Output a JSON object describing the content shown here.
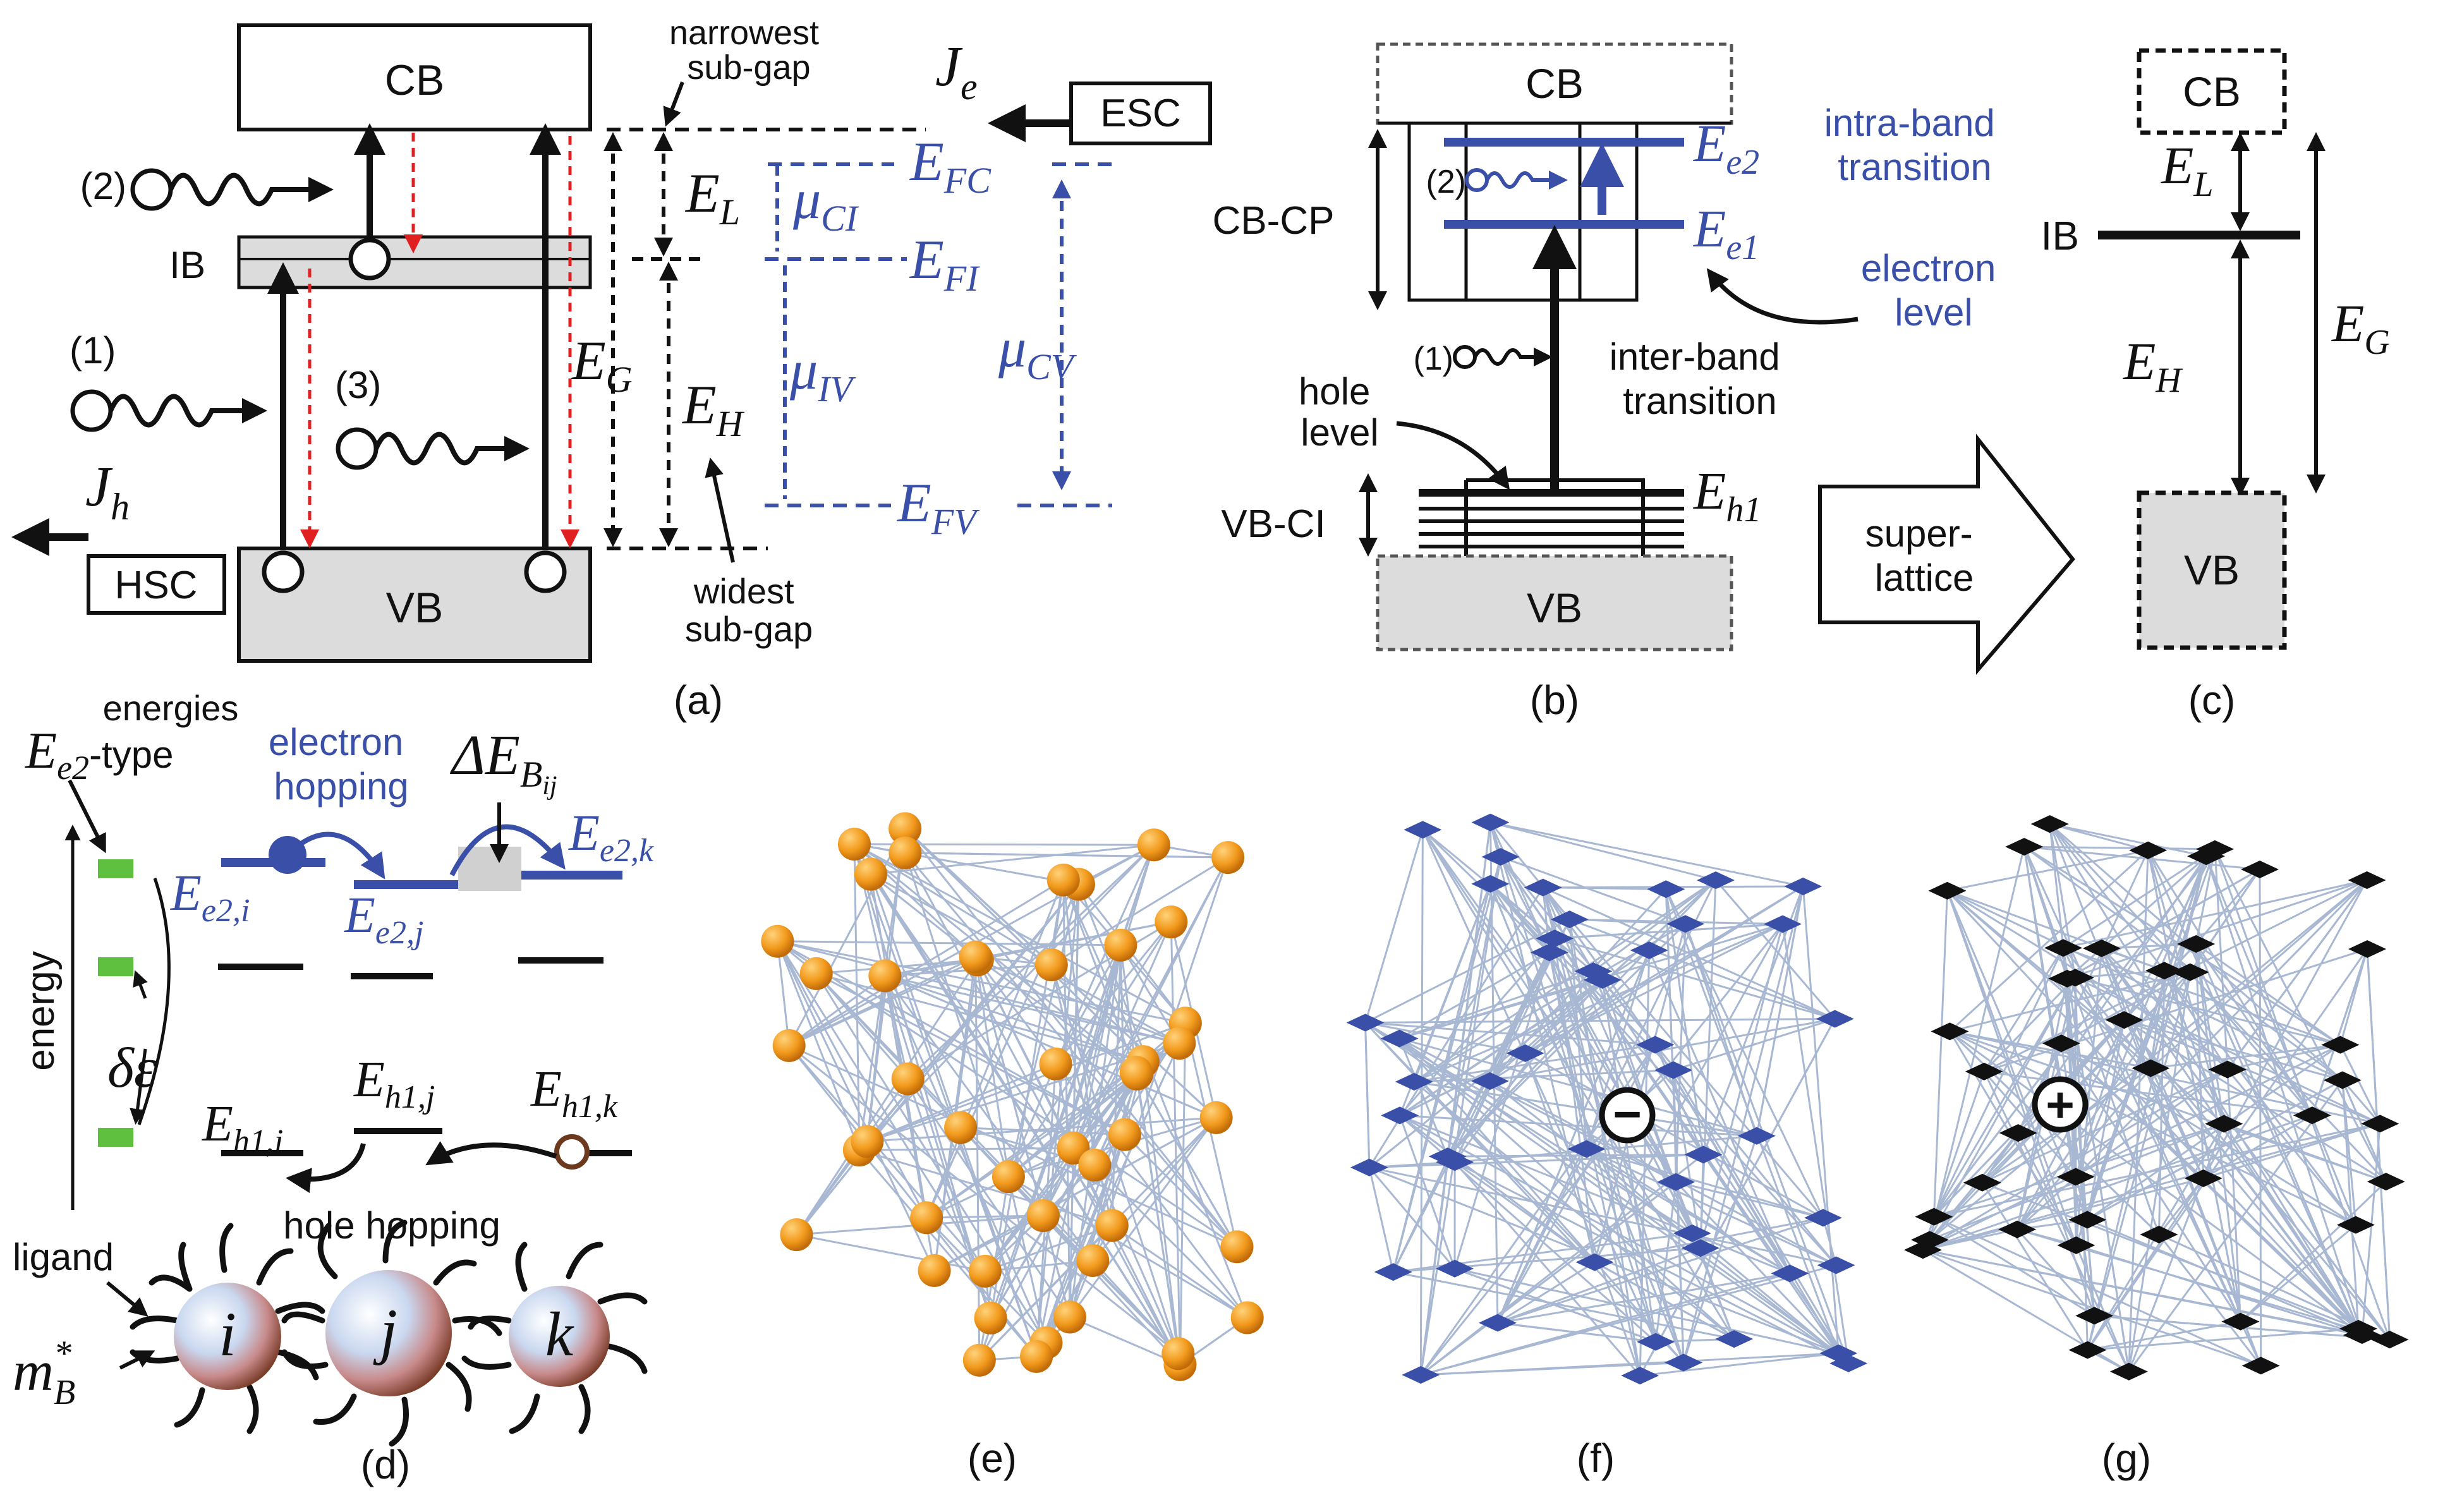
{
  "panel_a": {
    "cb": "CB",
    "ib": "IB",
    "vb": "VB",
    "esc": "ESC",
    "hsc": "HSC",
    "je": "J",
    "je_sub": "e",
    "jh": "J",
    "jh_sub": "h",
    "p1": "(1)",
    "p2": "(2)",
    "p3": "(3)",
    "narrowest": [
      "narrowest",
      "sub-gap"
    ],
    "widest": [
      "widest",
      "sub-gap"
    ],
    "el": "E",
    "el_sub": "L",
    "eh": "E",
    "eh_sub": "H",
    "eg": "E",
    "eg_sub": "G",
    "mu_ci": "μ",
    "mu_ci_sub": "CI",
    "mu_iv": "μ",
    "mu_iv_sub": "IV",
    "mu_cv": "μ",
    "mu_cv_sub": "CV",
    "efc": "E",
    "efc_sub": "FC",
    "efi": "E",
    "efi_sub": "FI",
    "efv": "E",
    "efv_sub": "FV",
    "caption": "(a)"
  },
  "panel_b": {
    "cb": "CB",
    "vb": "VB",
    "cbcp": "CB-CP",
    "vbci": "VB-CI",
    "ee2": "E",
    "ee2_sub": "e2",
    "ee1": "E",
    "ee1_sub": "e1",
    "eh1": "E",
    "eh1_sub": "h1",
    "intra": [
      "intra-band",
      "transition"
    ],
    "inter": [
      "inter-band",
      "transition"
    ],
    "electron_level": [
      "electron",
      "level"
    ],
    "hole_level": [
      "hole",
      "level"
    ],
    "p1": "(1)",
    "p2": "(2)",
    "superlattice": [
      "super-",
      "lattice"
    ],
    "caption": "(b)"
  },
  "panel_c": {
    "cb": "CB",
    "ib": "IB",
    "vb": "VB",
    "el": "E",
    "el_sub": "L",
    "eh": "E",
    "eh_sub": "H",
    "eg": "E",
    "eg_sub": "G",
    "caption": "(c)"
  },
  "panel_d": {
    "energies_line1": "energies",
    "energies_e": "E",
    "energies_sub": "e2",
    "energies_suffix": "-type",
    "energy_axis": "energy",
    "delta_eps": "δε",
    "electron_hopping": [
      "electron",
      "hopping"
    ],
    "delta_eb": "ΔE",
    "delta_eb_sub": "B",
    "delta_eb_subsub": "ij",
    "ee2i": "E",
    "ee2i_sub": "e2,i",
    "ee2j": "E",
    "ee2j_sub": "e2,j",
    "ee2k": "E",
    "ee2k_sub": "e2,k",
    "eh1i": "E",
    "eh1i_sub": "h1,i",
    "eh1j": "E",
    "eh1j_sub": "h1,j",
    "eh1k": "E",
    "eh1k_sub": "h1,k",
    "hole_hopping": "hole hopping",
    "ligand": "ligand",
    "mb": "m",
    "mb_sub": "B",
    "mb_sup": "*",
    "dot_i": "i",
    "dot_j": "j",
    "dot_k": "k",
    "caption": "(d)"
  },
  "panel_e": {
    "caption": "(e)"
  },
  "panel_f": {
    "caption": "(f)",
    "charge": "−"
  },
  "panel_g": {
    "caption": "(g)",
    "charge": "+"
  },
  "colors": {
    "blue": "#3a4fa8",
    "orange": "#f29a1c",
    "green": "#5fbf3f",
    "red": "#e02020",
    "gray": "#dcdcdc",
    "net": "#a9b8d2"
  }
}
